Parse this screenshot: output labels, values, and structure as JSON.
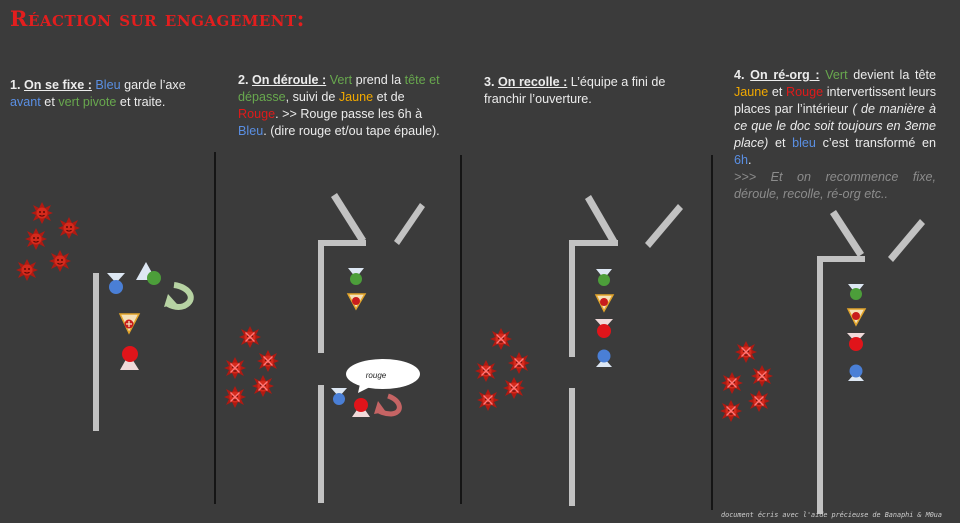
{
  "title": "Réaction sur engagement:",
  "steps": [
    {
      "num": "1.",
      "heading": "On se fixe :",
      "parts": [
        " ",
        "Bleu",
        " garde l’axe ",
        "avant",
        " et ",
        "vert pivote",
        " et traite."
      ]
    },
    {
      "num": "2.",
      "heading": "On déroule :",
      "parts": [
        " ",
        "Vert",
        " prend la ",
        "tête et dépasse",
        ", suivi de ",
        "Jaune",
        " et de ",
        "Rouge",
        ". >> Rouge passe les 6h à ",
        "Bleu",
        ".  (dire rouge et/ou tape épaule)."
      ]
    },
    {
      "num": "3.",
      "heading": "On recolle :",
      "parts": [
        " L’équipe a fini de franchir l’ouverture."
      ]
    },
    {
      "num": "4.",
      "heading": "On ré-org :",
      "parts": [
        " ",
        "Vert",
        " devient la tête ",
        "Jaune",
        " et ",
        "Rouge",
        " intervertissent leurs places par l’intérieur ",
        "( de manière à ce que le doc soit toujours en 3eme place)",
        " et ",
        "bleu",
        " c’est transformé en ",
        "6h",
        ".",
        ">>> Et on recommence fixe, déroule, recolle, ré-org etc.."
      ]
    }
  ],
  "speech_bubble": "rouge",
  "footer": "document écris avec l'aide précieuse de Banaphi & M0ua",
  "colors": {
    "background": "#3b3b3b",
    "title": "#e31e1e",
    "blue": "#5a8fe3",
    "green": "#68a84e",
    "yellow": "#f2a900",
    "red": "#e01a1a",
    "enemy": "#b01a12",
    "wall": "#c2c2c2"
  },
  "icons": [
    "enemy-star-icon",
    "blue-operator-icon",
    "green-operator-icon",
    "medic-operator-icon",
    "red-operator-icon",
    "rotate-arrow-icon"
  ]
}
